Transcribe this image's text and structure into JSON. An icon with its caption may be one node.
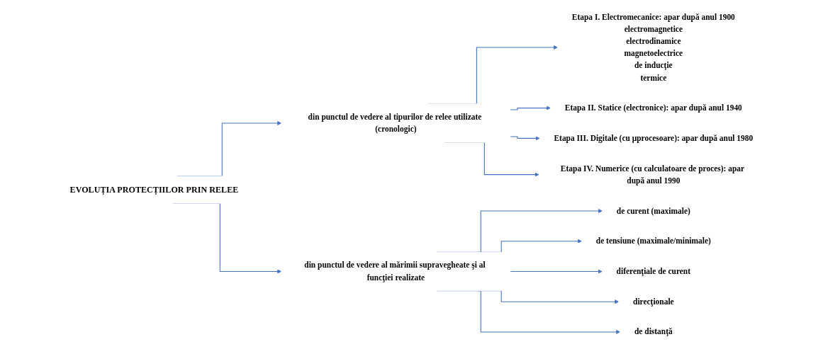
{
  "diagram": {
    "nodes": [
      {
        "text": [
          "EVOLUȚIA PROTECȚIILOR PRIN RELEE"
        ]
      },
      {
        "text": [
          "din punctul de vedere al tipurilor de relee utilizate (cronologic)"
        ]
      },
      {
        "text": [
          "**Etapa I.** Electromecanice: apar după anul 1900",
          "electromagnetice",
          "electrodinamice",
          "magnetoelectrice",
          "de inducţie",
          "termice"
        ]
      },
      {
        "text": [
          "**Etapa II.** Statice (electronice): apar după anul 1940"
        ]
      },
      {
        "text": [
          "**Etapa III.** Digitale (cu μprocesoare): apar după anul 1980"
        ]
      },
      {
        "text": [
          "**Etapa IV.** Numerice (cu calculatoare de proces): apar după anul 1990"
        ]
      },
      {
        "text": [
          "din punctul de vedere al mărimii supravegheate şi al funcţiei realizate"
        ]
      },
      {
        "text": [
          "de curent (maximale)"
        ]
      },
      {
        "text": [
          "de tensiune (maximale/minimale)"
        ]
      },
      {
        "text": [
          "diferenţiale de curent"
        ]
      },
      {
        "text": [
          "direcţionale"
        ]
      },
      {
        "text": [
          "de distanţă"
        ]
      }
    ],
    "edges": [
      {
        "from": 0,
        "to": 1,
        "arrow": "to"
      },
      {
        "from": 0,
        "to": 6,
        "arrow": "to"
      },
      {
        "from": 1,
        "to": 2,
        "arrow": "to"
      },
      {
        "from": 1,
        "to": 3,
        "arrow": "to"
      },
      {
        "from": 1,
        "to": 4,
        "arrow": "to"
      },
      {
        "from": 1,
        "to": 5,
        "arrow": "to"
      },
      {
        "from": 6,
        "to": 7,
        "arrow": "to"
      },
      {
        "from": 6,
        "to": 8,
        "arrow": "to"
      },
      {
        "from": 6,
        "to": 9,
        "arrow": "to"
      },
      {
        "from": 6,
        "to": 10,
        "arrow": "to"
      },
      {
        "from": 6,
        "to": 11,
        "arrow": "to"
      }
    ]
  }
}
